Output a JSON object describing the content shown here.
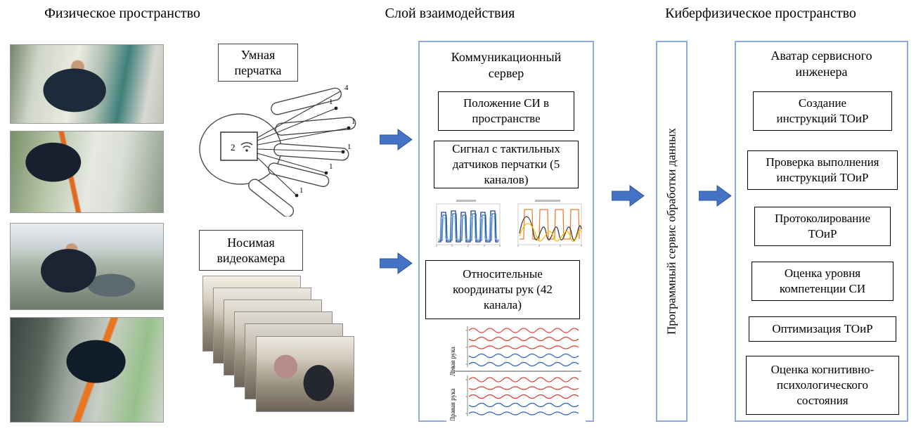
{
  "headers": {
    "physical": "Физическое пространство",
    "interaction": "Слой взаимодействия",
    "cyber": "Киберфизическое пространство"
  },
  "interaction": {
    "glove_label": "Умная перчатка",
    "camera_label": "Носимая видеокамера",
    "glove_marks": {
      "sensor": "1",
      "module": "2",
      "wire": "4"
    },
    "server": {
      "title": "Коммуникационный сервер",
      "position_box": "Положение СИ в пространстве",
      "tactile_box": "Сигнал с тактильных датчиков перчатки (5 каналов)",
      "coords_box": "Относительные координаты рук (42 канала)",
      "hands_chart": {
        "left": "Левая рука",
        "right": "Правая рука"
      }
    }
  },
  "processing_label": "Программный сервис обработки данных",
  "cyber": {
    "title": "Аватар сервисного инженера",
    "functions": [
      "Создание инструкций ТОиР",
      "Проверка выполнения инструкций ТОиР",
      "Протоколирование ТОиР",
      "Оценка уровня компетенции СИ",
      "Оптимизация ТОиР",
      "Оценка когнитивно-психологического состояния"
    ]
  },
  "colors": {
    "arrow_blue": "#4472C4",
    "panel_border_blue": "#8FAADC"
  }
}
